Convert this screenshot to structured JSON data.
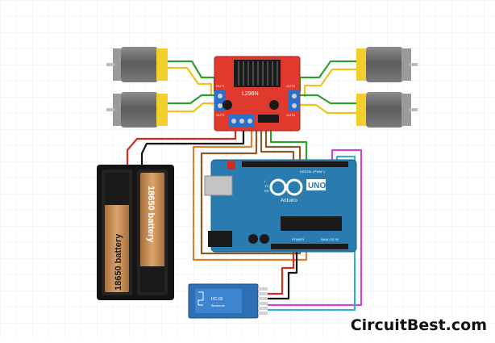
{
  "title": "",
  "brand": "CircuitBest.com",
  "driver": {
    "chip_label": "L298N",
    "out1_label": "OUT1",
    "out2_label": "OUT2",
    "out3_label": "OUT3",
    "out4_label": "OUT4"
  },
  "arduino": {
    "logo": "UNO",
    "brand": "Arduino",
    "digital_label": "DIGITAL (PWM~)",
    "analog_label": "ANALOG IN",
    "power_label": "POWER",
    "tx_label": "TX",
    "rx_label": "RX",
    "l_label": "L"
  },
  "battery": {
    "cell1_label": "18650 battery",
    "cell2_label": "18650 battery"
  },
  "bluetooth": {
    "module_label": "HC-05",
    "sub_label": "Bluetooth"
  },
  "colors": {
    "red_wire": "#d62a1e",
    "black_wire": "#111111",
    "green_wire": "#2aa12a",
    "yellow_wire": "#f2c21a",
    "orange_wire": "#d9832b",
    "brown_wire": "#8a5a2b",
    "gray_wire": "#8c8c8c",
    "purple_wire": "#cc44dd",
    "cyan_wire": "#36b3c9",
    "driver_board": "#e03a2e",
    "arduino_board": "#2a7cb0",
    "motor_body": "#6e6e6e",
    "motor_cap": "#f2cf2a",
    "battery_cell": "#c8925a",
    "bt_module": "#2f6fb3"
  }
}
